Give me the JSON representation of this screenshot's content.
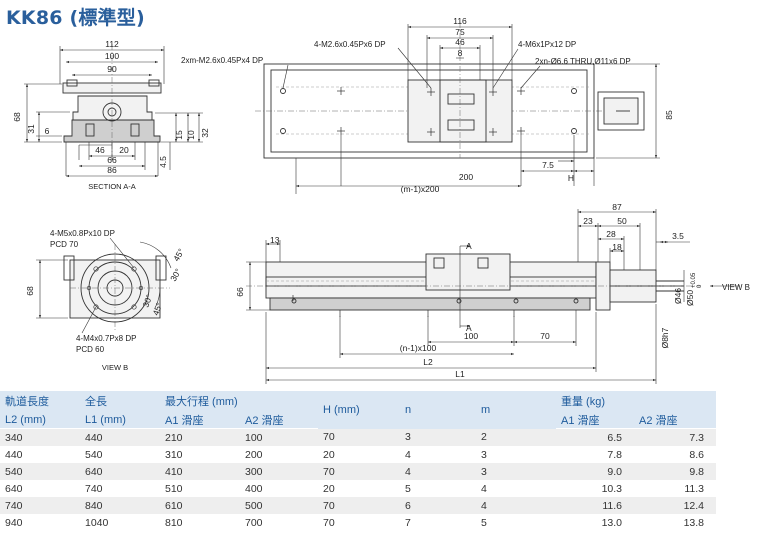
{
  "title": "KK86 (標準型)",
  "section_view": {
    "caption": "SECTION A-A",
    "dims": {
      "w112": "112",
      "w100": "100",
      "w90": "90",
      "h68": "68",
      "h31": "31",
      "d6": "6",
      "d46": "46",
      "d20": "20",
      "d66": "66",
      "d86": "86",
      "d32": "32",
      "d10": "10",
      "d15": "15",
      "d4_5": "4.5"
    }
  },
  "top_view": {
    "callouts": {
      "slot_left": "2xm-M2.6x0.45Px4 DP",
      "holes_m26": "4-M2.6x0.45Px6 DP",
      "holes_m6": "4-M6x1Px12 DP",
      "thru": "2xn-Ø6.6 THRU,Ø11x6 DP"
    },
    "dims": {
      "d116": "116",
      "d75": "75",
      "d46": "46",
      "d8": "8",
      "d85": "85",
      "d200": "200",
      "d7_5": "7.5",
      "dH": "H",
      "pitch": "(m-1)x200"
    }
  },
  "view_b": {
    "caption": "VIEW B",
    "callouts": {
      "m5": "4-M5x0.8Px10 DP",
      "pcd70": "PCD 70",
      "m4": "4-M4x0.7Px8 DP",
      "pcd60": "PCD 60"
    },
    "dims": {
      "h68": "68",
      "a45a": "45°",
      "a30a": "30°",
      "a30b": "30°",
      "a45b": "45°"
    }
  },
  "side_view": {
    "view_label": "VIEW B",
    "dims": {
      "d13": "13",
      "d66": "66",
      "d87": "87",
      "d23": "23",
      "d50": "50",
      "d28": "28",
      "d18": "18",
      "d3_5": "3.5",
      "d100": "100",
      "d70": "70",
      "pitch": "(n-1)x100",
      "L2": "L2",
      "L1": "L1",
      "shaft": "Ø46",
      "pilot": "Ø50",
      "tol_up": "+0.05",
      "tol_lo": "0",
      "d8h7": "Ø8h7",
      "secA": "A",
      "secA2": "A"
    }
  },
  "table": {
    "header_top": {
      "rail_len": "軌道長度",
      "total_len": "全長",
      "stroke": "最大行程 (mm)",
      "h": "H (mm)",
      "n": "n",
      "m": "m",
      "weight": "重量 (kg)"
    },
    "header_sub": {
      "l2": "L2 (mm)",
      "l1": "L1 (mm)",
      "a1": "A1 滑座",
      "a2": "A2 滑座",
      "wa1": "A1 滑座",
      "wa2": "A2 滑座"
    },
    "rows": [
      [
        "340",
        "440",
        "210",
        "100",
        "70",
        "3",
        "2",
        "6.5",
        "7.3"
      ],
      [
        "440",
        "540",
        "310",
        "200",
        "20",
        "4",
        "3",
        "7.8",
        "8.6"
      ],
      [
        "540",
        "640",
        "410",
        "300",
        "70",
        "4",
        "3",
        "9.0",
        "9.8"
      ],
      [
        "640",
        "740",
        "510",
        "400",
        "20",
        "5",
        "4",
        "10.3",
        "11.3"
      ],
      [
        "740",
        "840",
        "610",
        "500",
        "70",
        "6",
        "4",
        "11.6",
        "12.4"
      ],
      [
        "940",
        "1040",
        "810",
        "700",
        "70",
        "7",
        "5",
        "13.0",
        "13.8"
      ]
    ]
  }
}
